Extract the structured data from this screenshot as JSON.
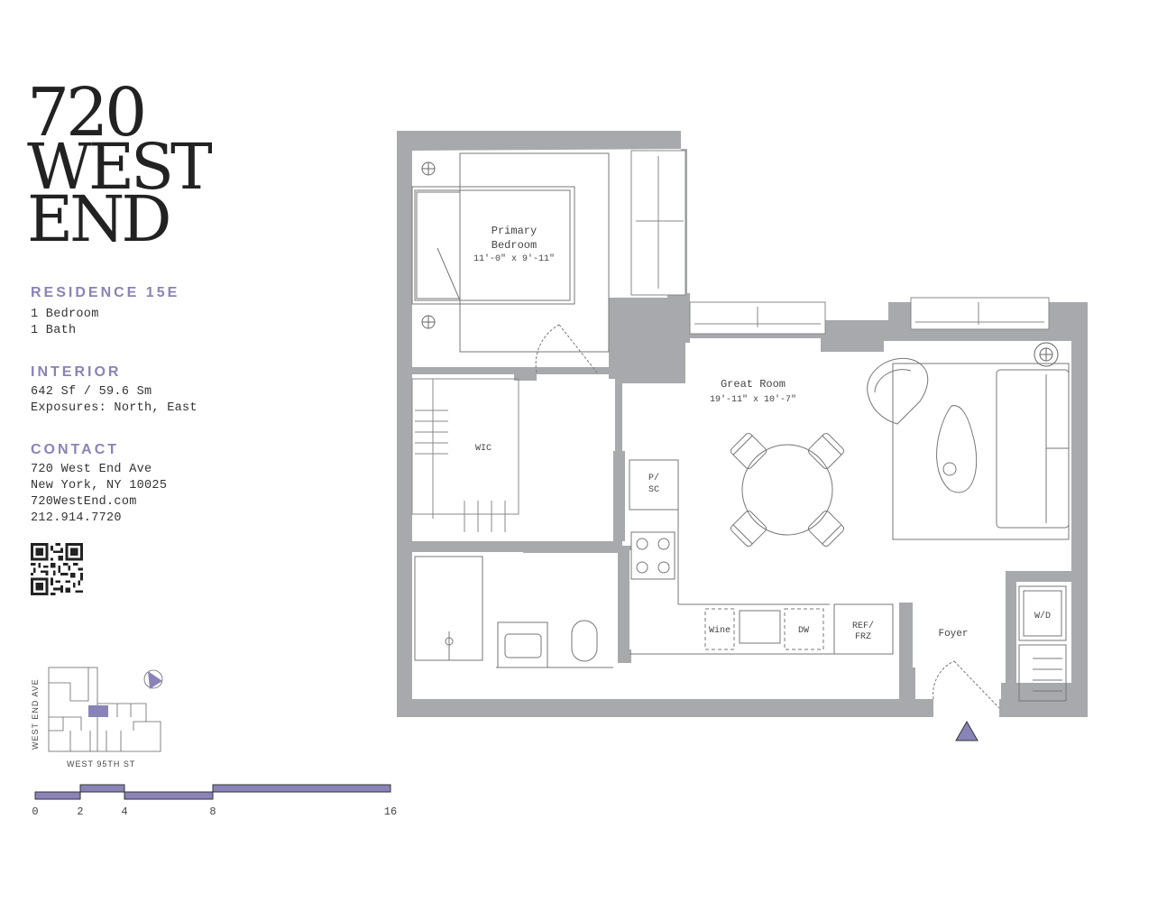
{
  "brand": {
    "line1": "720",
    "line2": "WEST",
    "line3": "END",
    "accent_color": "#8a83b8",
    "wall_color": "#a7a9ac"
  },
  "residence": {
    "title": "RESIDENCE 15E",
    "bedrooms": "1 Bedroom",
    "baths": "1 Bath"
  },
  "interior": {
    "title": "INTERIOR",
    "area": "642 Sf / 59.6 Sm",
    "exposures": "Exposures: North, East"
  },
  "contact": {
    "title": "CONTACT",
    "street": "720 West End Ave",
    "city": "New York, NY 10025",
    "website": "720WestEnd.com",
    "phone": "212.914.7720"
  },
  "keymap": {
    "avenue_label": "WEST END AVE",
    "street_label": "WEST 95TH ST"
  },
  "scale": {
    "ticks": [
      "0",
      "2",
      "4",
      "8",
      "16"
    ]
  },
  "plan": {
    "bedroom_name_1": "Primary",
    "bedroom_name_2": "Bedroom",
    "bedroom_dims": "11'-0\" x 9'-11\"",
    "great_room_name": "Great Room",
    "great_room_dims": "19'-11\" x 10'-7\"",
    "wic": "WIC",
    "psc_1": "P/",
    "psc_2": "SC",
    "wine": "Wine",
    "dw": "DW",
    "ref_1": "REF/",
    "ref_2": "FRZ",
    "foyer": "Foyer",
    "wd": "W/D"
  }
}
